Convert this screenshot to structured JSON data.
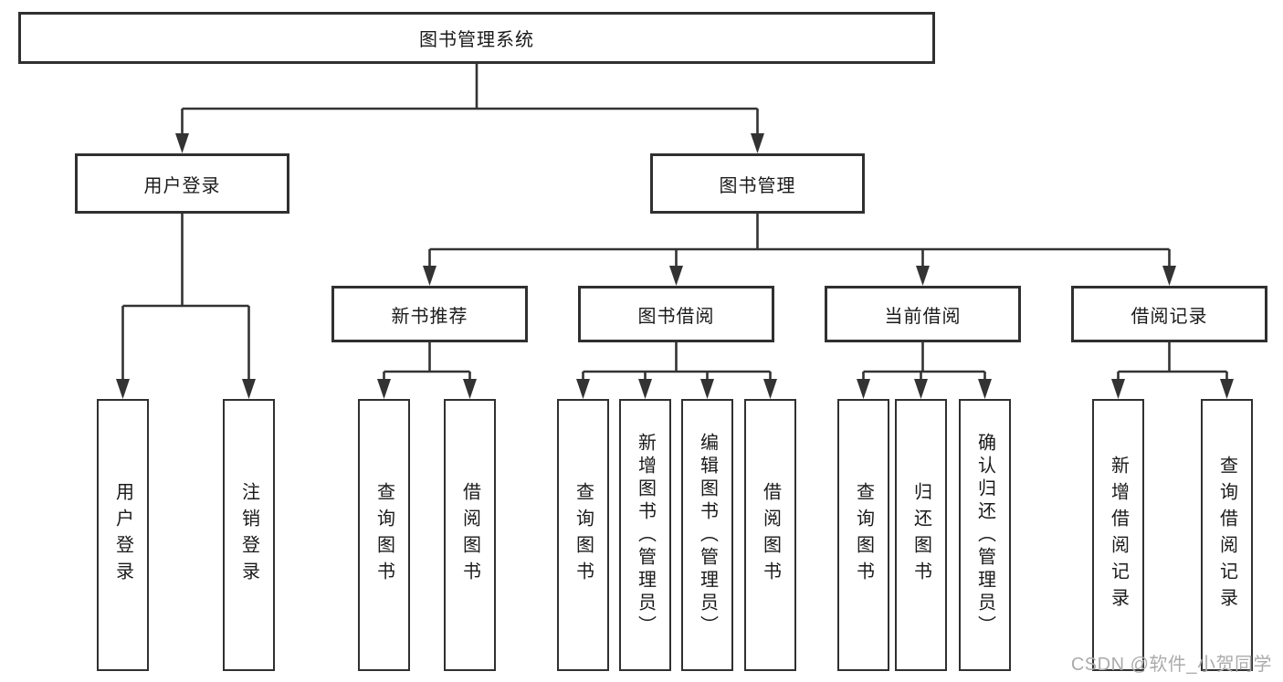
{
  "diagram": {
    "root": {
      "label": "图书管理系统"
    },
    "children": [
      {
        "label": "用户登录",
        "children": [
          {
            "label": "用户登录"
          },
          {
            "label": "注销登录"
          }
        ]
      },
      {
        "label": "图书管理",
        "children": [
          {
            "label": "新书推荐",
            "children": [
              {
                "label": "查询图书"
              },
              {
                "label": "借阅图书"
              }
            ]
          },
          {
            "label": "图书借阅",
            "children": [
              {
                "label": "查询图书"
              },
              {
                "label": "新增图书（管理员）"
              },
              {
                "label": "编辑图书（管理员）"
              },
              {
                "label": "借阅图书"
              }
            ]
          },
          {
            "label": "当前借阅",
            "children": [
              {
                "label": "查询图书"
              },
              {
                "label": "归还图书"
              },
              {
                "label": "确认归还（管理员）"
              }
            ]
          },
          {
            "label": "借阅记录",
            "children": [
              {
                "label": "新增借阅记录"
              },
              {
                "label": "查询借阅记录"
              }
            ]
          }
        ]
      }
    ]
  },
  "watermark": {
    "text": "CSDN @软件_小贺同学"
  },
  "colors": {
    "line": "#333333",
    "box_border": "#303030",
    "text": "#1a1a1a",
    "background": "#ffffff",
    "watermark": "#ababab"
  }
}
